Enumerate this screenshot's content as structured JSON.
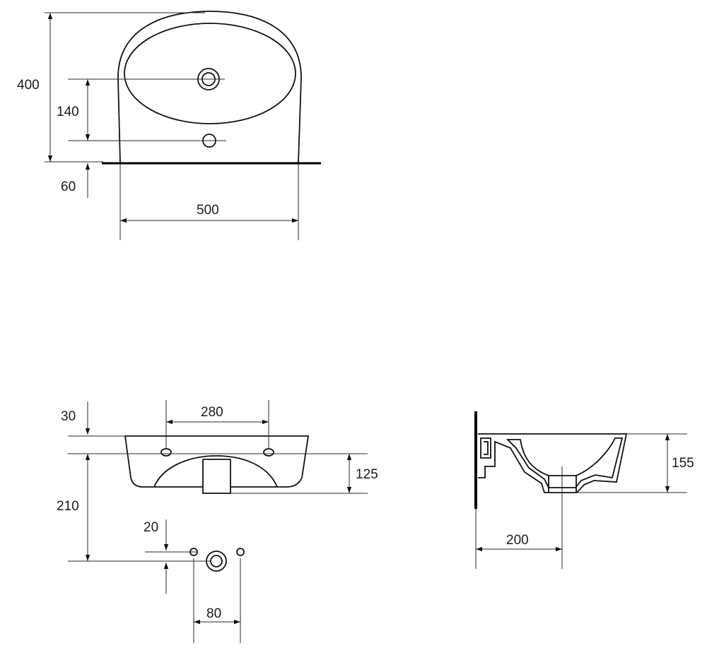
{
  "top_view": {
    "dims": {
      "overall_depth": "400",
      "holes_spacing": "140",
      "hole_to_wall": "60",
      "width": "500"
    }
  },
  "front_view": {
    "dims": {
      "top_offset": "30",
      "bracket_spacing": "280",
      "overflow_depth": "125",
      "mount_height": "210",
      "supply_offset": "20",
      "supply_spacing": "80"
    }
  },
  "side_view": {
    "dims": {
      "bowl_height": "155",
      "waste_from_wall": "200"
    }
  },
  "colors": {
    "line": "#111111",
    "background": "#ffffff"
  }
}
